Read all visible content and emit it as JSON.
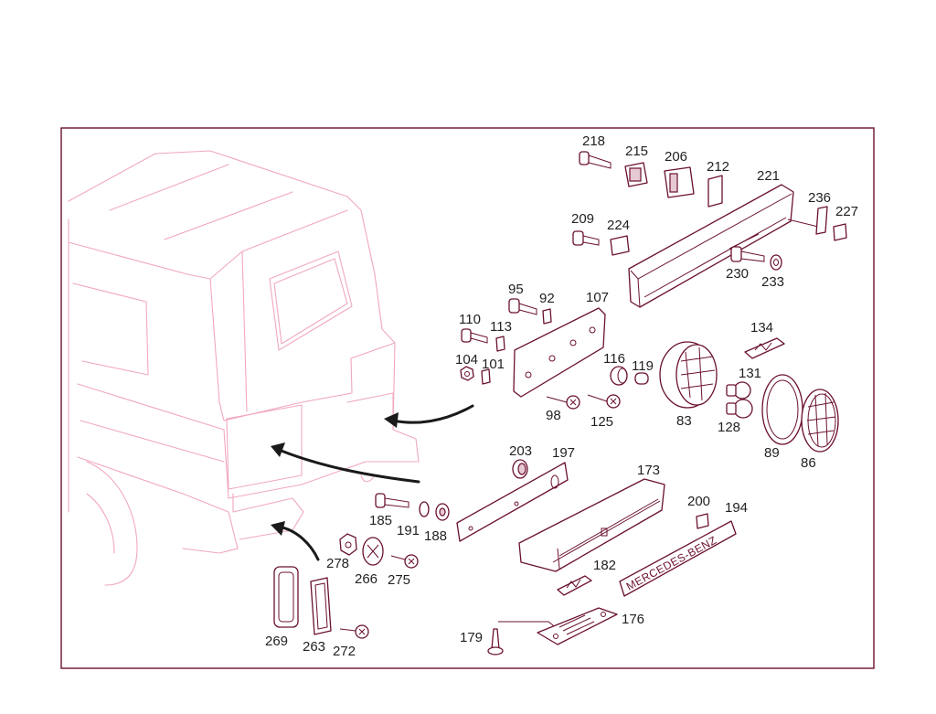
{
  "colors": {
    "frame": "#6a1030",
    "vehicle_outline": "#f0a8c0",
    "part_outline": "#6a1030",
    "arrow": "#1a1a1a",
    "label_text": "#222222"
  },
  "badge_text": "MERCEDES-BENZ",
  "part_numbers": {
    "p218": "218",
    "p215": "215",
    "p206": "206",
    "p212": "212",
    "p221": "221",
    "p236": "236",
    "p227": "227",
    "p209": "209",
    "p224": "224",
    "p230": "230",
    "p233": "233",
    "p95": "95",
    "p92": "92",
    "p107": "107",
    "p110": "110",
    "p113": "113",
    "p104": "104",
    "p101": "101",
    "p116": "116",
    "p119": "119",
    "p134": "134",
    "p131": "131",
    "p98": "98",
    "p125": "125",
    "p83": "83",
    "p128": "128",
    "p89": "89",
    "p86": "86",
    "p203": "203",
    "p197": "197",
    "p173": "173",
    "p200": "200",
    "p194": "194",
    "p185": "185",
    "p191": "191",
    "p188": "188",
    "p278": "278",
    "p266": "266",
    "p275": "275",
    "p182": "182",
    "p269": "269",
    "p263": "263",
    "p272": "272",
    "p179": "179",
    "p176": "176"
  }
}
